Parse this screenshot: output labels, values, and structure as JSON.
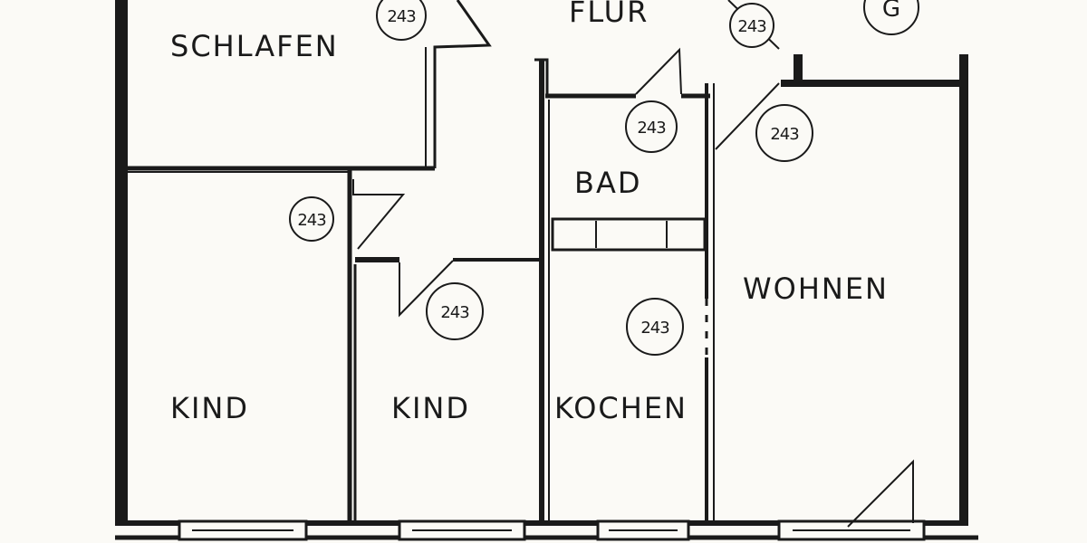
{
  "rooms": {
    "schlafen": "SCHLAFEN",
    "flur": "FLUR",
    "bad": "BAD",
    "wohnen": "WOHNEN",
    "kind_1": "KIND",
    "kind_2": "KIND",
    "kochen": "KOCHEN"
  },
  "marks": {
    "stair_letter": "G",
    "ceiling_heights": [
      "243",
      "243",
      "243",
      "243",
      "243",
      "243",
      "243"
    ]
  },
  "colors": {
    "ink": "#1a1a1a",
    "paper": "#fbfaf6"
  }
}
